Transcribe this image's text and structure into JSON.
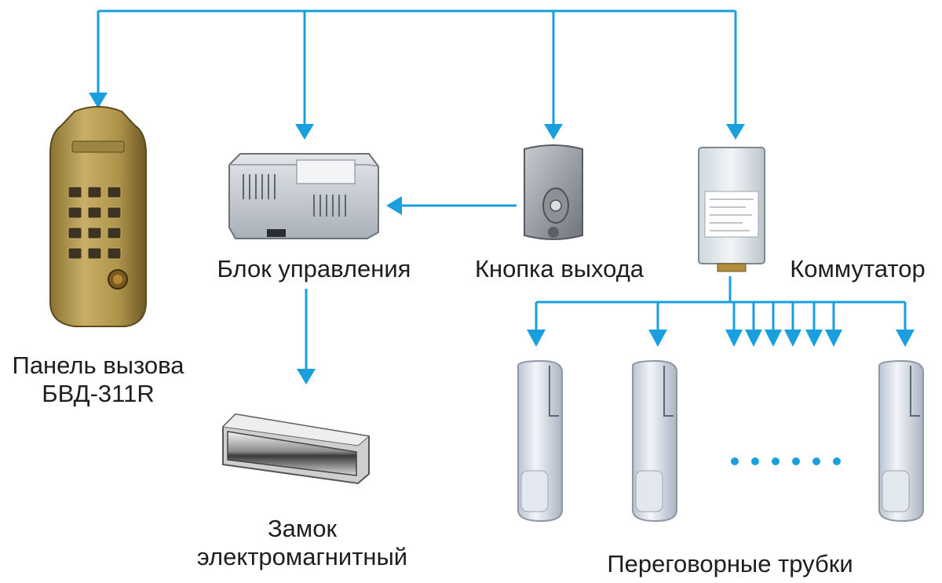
{
  "colors": {
    "connector": "#1a9fde",
    "label_text": "#1e1e1e"
  },
  "components": {
    "call_panel": {
      "label": "Панель вызова",
      "model": "БВД-311R"
    },
    "control_unit": {
      "label": "Блок управления"
    },
    "exit_button": {
      "label": "Кнопка выхода"
    },
    "switch": {
      "label": "Коммутатор"
    },
    "lock": {
      "label_line1": "Замок",
      "label_line2": "электромагнитный"
    },
    "handsets": {
      "label": "Переговорные трубки",
      "ellipsis": "......"
    }
  },
  "connections": [
    {
      "from": "bus",
      "to": "call_panel"
    },
    {
      "from": "bus",
      "to": "control_unit"
    },
    {
      "from": "bus",
      "to": "exit_button"
    },
    {
      "from": "bus",
      "to": "switch"
    },
    {
      "from": "exit_button",
      "to": "control_unit"
    },
    {
      "from": "control_unit",
      "to": "lock"
    },
    {
      "from": "switch",
      "to": "handsets"
    }
  ]
}
